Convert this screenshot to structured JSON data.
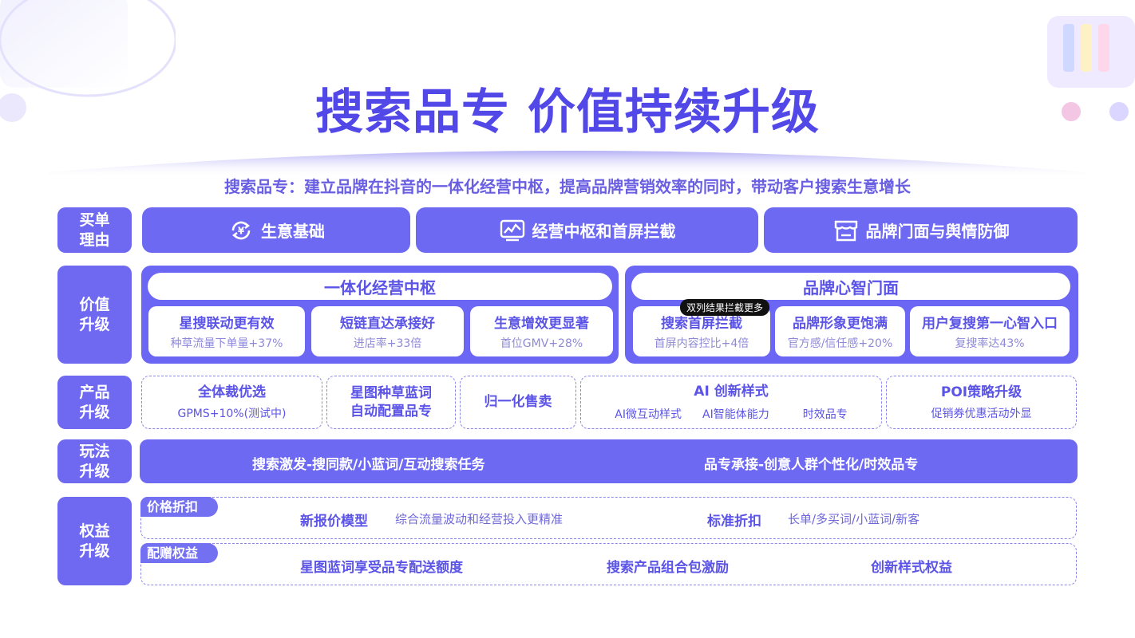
{
  "title": "搜索品专 价值持续升级",
  "subtitle": "搜索品专：建立品牌在抖音的一体化经营中枢，提高品牌营销效率的同时，带动客户搜索生意增长",
  "rows": {
    "reason_label": "买单\n理由",
    "value_label": "价值\n升级",
    "product_label": "产品\n升级",
    "play_label": "玩法\n升级",
    "benefit_label": "权益\n升级"
  },
  "reasons": [
    {
      "label": "生意基础",
      "icon": "yuan-cycle-icon"
    },
    {
      "label": "经营中枢和首屏拦截",
      "icon": "trend-chart-icon"
    },
    {
      "label": "品牌门面与舆情防御",
      "icon": "storefront-icon"
    }
  ],
  "value": {
    "panel_left_title": "一体化经营中枢",
    "panel_right_title": "品牌心智门面",
    "badge": "双列结果拦截更多",
    "cards": [
      {
        "title": "星搜联动更有效",
        "sub": "种草流量下单量+37%"
      },
      {
        "title": "短链直达承接好",
        "sub": "进店率+33倍"
      },
      {
        "title": "生意增效更显著",
        "sub": "首位GMV+28%"
      },
      {
        "title": "搜索首屏拦截",
        "sub": "首屏内容控比+4倍"
      },
      {
        "title": "品牌形象更饱满",
        "sub": "官方感/信任感+20%"
      },
      {
        "title": "用户复搜第一心智入口",
        "sub": "复搜率达43%"
      }
    ]
  },
  "products": {
    "p1_title": "全体裁优选",
    "p1_sub": "GPMS+10%(测试中)",
    "p2_title_1": "星图种草蓝词",
    "p2_title_2": "自动配置品专",
    "p3_title": "归一化售卖",
    "p4_title": "AI 创新样式",
    "p4_subs": [
      "AI微互动样式",
      "AI智能体能力",
      "时效品专"
    ],
    "p5_title": "POI策略升级",
    "p5_sub": "促销券优惠活动外显"
  },
  "play": {
    "left": "搜索激发-搜同款/小蓝词/互动搜索任务",
    "right": "品专承接-创意人群个性化/时效品专"
  },
  "benefits": {
    "price_tag": "价格折扣",
    "price_item1_bold": "新报价模型",
    "price_item1_text": "综合流量波动和经营投入更精准",
    "price_item2_bold": "标准折扣",
    "price_item2_text": "长单/多买词/小蓝词/新客",
    "gift_tag": "配赠权益",
    "gift_item1": "星图蓝词享受品专配送额度",
    "gift_item2": "搜索产品组合包激励",
    "gift_item3": "创新样式权益"
  },
  "colors": {
    "primary": "#6e69f3",
    "title": "#5248e8",
    "text": "#5b54e6"
  }
}
